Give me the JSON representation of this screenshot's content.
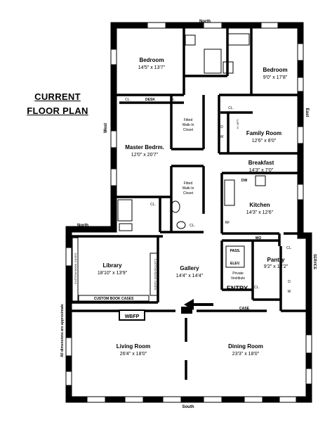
{
  "title": {
    "line1": "CURRENT",
    "line2": "FLOOR PLAN"
  },
  "compass": {
    "north": "North",
    "north_wing": "North",
    "south": "South",
    "east": "East",
    "west": "West"
  },
  "disclaimer": "All dimensions are approximate",
  "rooms": {
    "bedroom1": {
      "name": "Bedroom",
      "dims": "14'5\" x 13'7\""
    },
    "bedroom2": {
      "name": "Bedroom",
      "dims": "9'0\" x 17'8\""
    },
    "master": {
      "name": "Master Bedrm.",
      "dims": "12'0\" x 20'7\""
    },
    "family": {
      "name": "Family Room",
      "dims": "12'6\" x 8'0\""
    },
    "breakfast": {
      "name": "Breakfast",
      "dims": "14'3\" x 7'0\""
    },
    "kitchen": {
      "name": "Kitchen",
      "dims": "14'3\" x 12'6\""
    },
    "library": {
      "name": "Library",
      "dims": "18'10\" x 13'9\""
    },
    "gallery": {
      "name": "Gallery",
      "dims": "14'4\" x 14'4\""
    },
    "pantry": {
      "name": "Pantry",
      "dims": "9'2\" x 12'2\""
    },
    "living": {
      "name": "Living Room",
      "dims": "26'4\" x 18'0\""
    },
    "dining": {
      "name": "Dining Room",
      "dims": "23'3\" x 18'0\""
    }
  },
  "small_labels": {
    "cl": "CL.",
    "desk": "DESK",
    "closet_line1": "Fitted",
    "closet_line2": "Walk-In",
    "closet_line3": "Closet",
    "dw": "DW",
    "rf": "RF",
    "wo": "WO",
    "pass": "PASS.",
    "elev": "ELEV.",
    "private": "Private",
    "vestibule": "Vestibule",
    "entry": "ENTRY",
    "case": "CASE",
    "service": "SERVICE",
    "custom_cases": "CUSTOM BOOK CASES",
    "wbfp": "WBFP",
    "d": "D",
    "w": "W",
    "h_opt": "H. OPT."
  }
}
